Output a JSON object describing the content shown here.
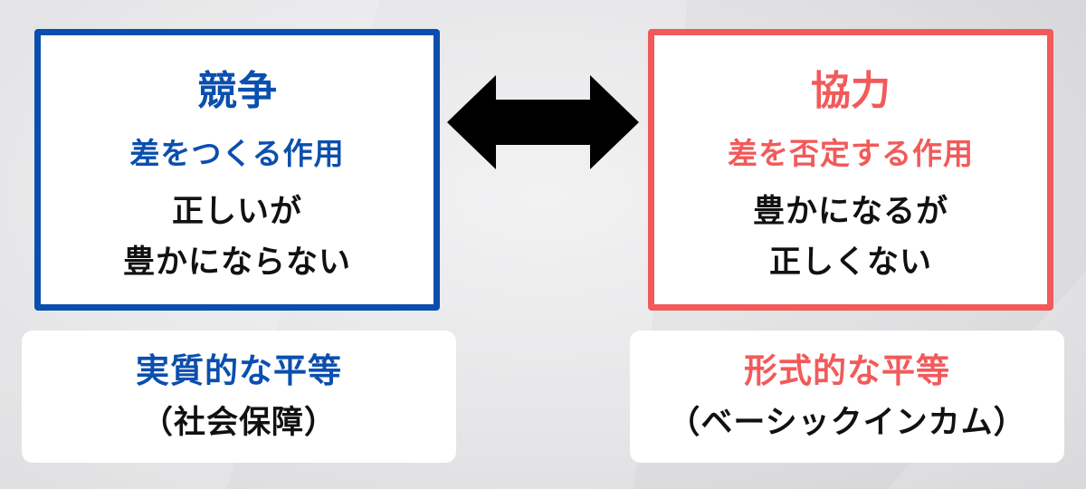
{
  "colors": {
    "left_accent": "#0b4fae",
    "right_accent": "#f25a5a",
    "arrow": "#000000",
    "card_bg": "#ffffff",
    "text_dark": "#111111"
  },
  "left": {
    "title": "競争",
    "subtitle": "差をつくる作用",
    "desc_line1": "正しいが",
    "desc_line2": "豊かにならない",
    "sub_title": "実質的な平等",
    "sub_note": "（社会保障）"
  },
  "right": {
    "title": "協力",
    "subtitle": "差を否定する作用",
    "desc_line1": "豊かになるが",
    "desc_line2": "正しくない",
    "sub_title": "形式的な平等",
    "sub_note": "（ベーシックインカム）"
  },
  "connector": {
    "icon": "double-headed-arrow-icon"
  }
}
